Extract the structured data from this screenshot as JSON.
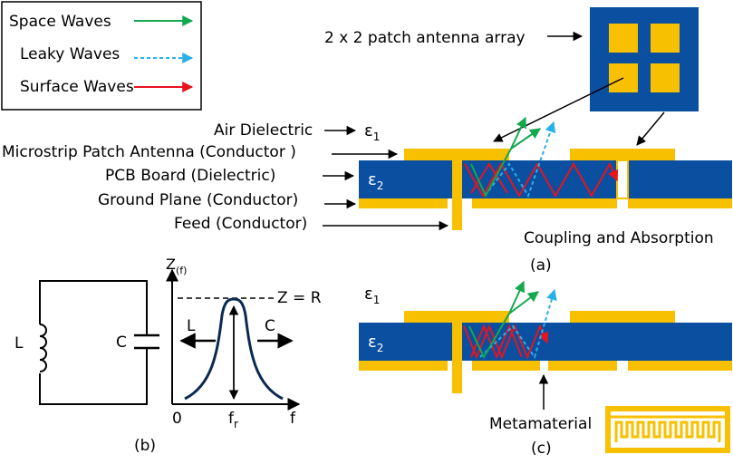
{
  "colors": {
    "dielectric": "#0a4fa0",
    "conductor": "#f7c000",
    "space_wave": "#14a84f",
    "leaky_wave": "#2ab0e8",
    "surface_wave": "#e8141e",
    "ink": "#000000"
  },
  "legend": {
    "space": "Space Waves",
    "leaky": "Leaky Waves",
    "surface": "Surface Waves"
  },
  "array_label": "2 x 2 patch antenna array",
  "panel_a": {
    "label": "(a)",
    "air": "Air Dielectric",
    "eps1": "ε",
    "eps1_sub": "1",
    "patch": "Microstrip Patch Antenna (Conductor  )",
    "pcb": "PCB Board (Dielectric)",
    "ground": "Ground Plane (Conductor)",
    "feed": "Feed (Conductor)",
    "eps2": "ε",
    "eps2_sub": "2",
    "coupling": "Coupling and Absorption"
  },
  "panel_b": {
    "label": "(b)",
    "L": "L",
    "C": "C",
    "z": "Z",
    "z_sub": "(f)",
    "zr": "Z = R",
    "left_L": "L",
    "right_C": "C",
    "zero": "0",
    "fr": "f",
    "fr_sub": "r",
    "f": "f"
  },
  "panel_c": {
    "label": "(c)",
    "eps1": "ε",
    "eps1_sub": "1",
    "eps2": "ε",
    "eps2_sub": "2",
    "meta": "Metamaterial"
  }
}
